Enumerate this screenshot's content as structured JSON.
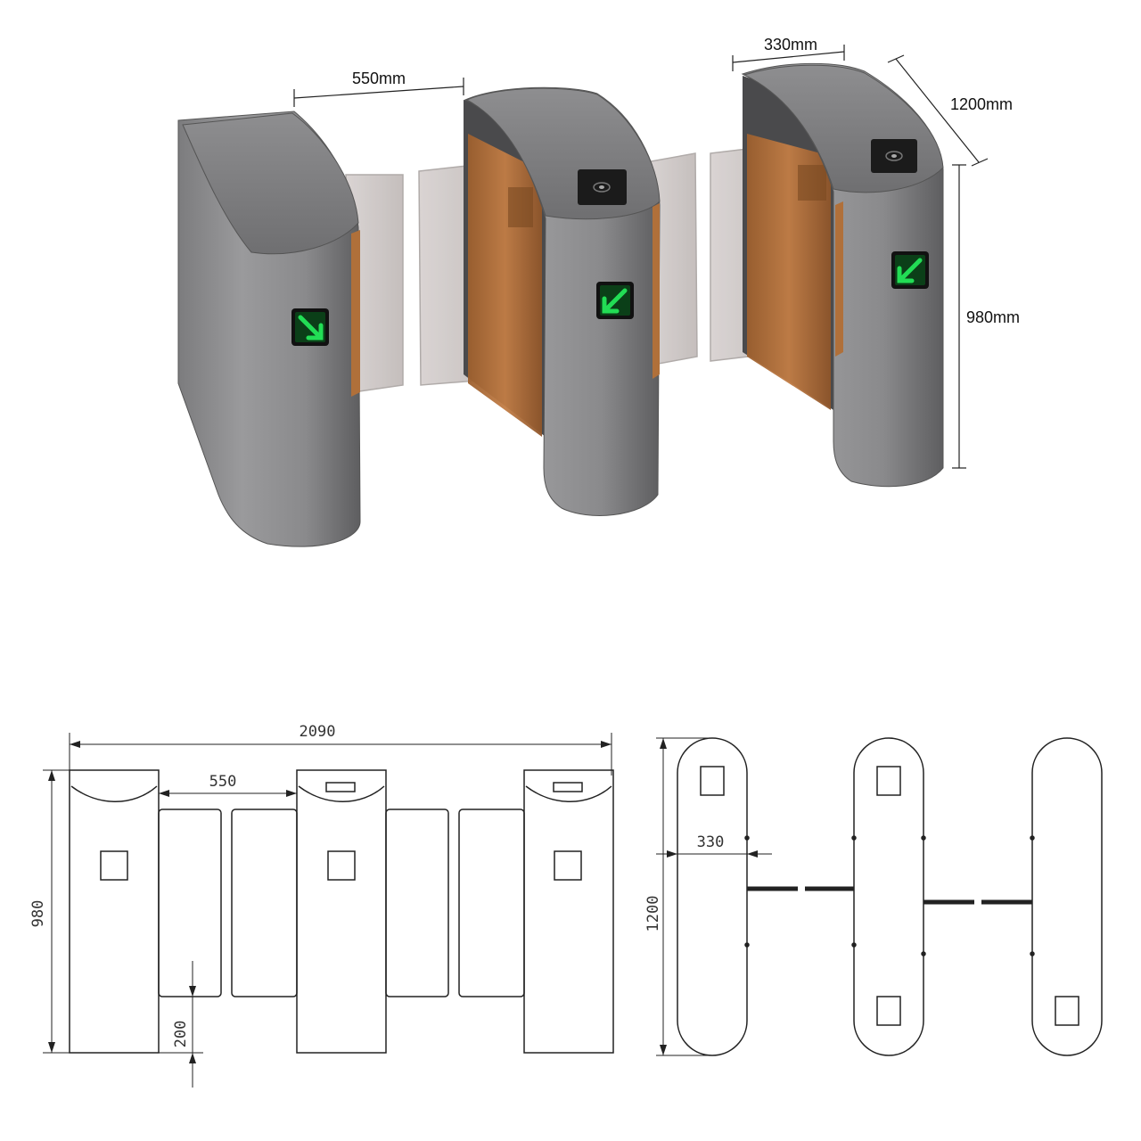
{
  "render_3d": {
    "dimensions": {
      "passage_width": "550mm",
      "cabinet_width": "330mm",
      "cabinet_length": "1200mm",
      "cabinet_height": "980mm"
    },
    "colors": {
      "cabinet": "#8f8f91",
      "cabinet_dark": "#6b6b6d",
      "wing_glass": "#cfc8c6",
      "amber_panel": "#b8743e",
      "indicator_green": "#22dd55",
      "reader": "#1b1b1b"
    },
    "indicators": [
      "arrow-down-right",
      "arrow-down-left",
      "arrow-down-left"
    ]
  },
  "front_view": {
    "total_width": "2090",
    "passage_width": "550",
    "height": "980",
    "wing_bottom_clearance": "200"
  },
  "top_view": {
    "length": "1200",
    "width": "330"
  }
}
